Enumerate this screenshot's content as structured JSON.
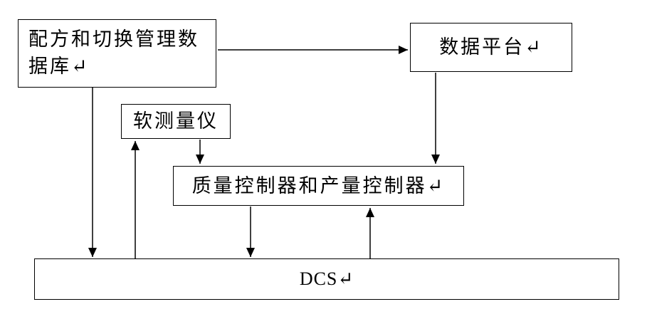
{
  "diagram": {
    "title": "DCS control system block diagram",
    "nodes": {
      "recipe_db": {
        "label": "配方和切换管理数据库↵"
      },
      "data_platform": {
        "label": "数据平台↵"
      },
      "soft_sensor": {
        "label": "软测量仪"
      },
      "controllers": {
        "label": "质量控制器和产量控制器↵"
      },
      "dcs": {
        "label": "DCS↵"
      }
    },
    "connections": [
      {
        "from": "recipe_db",
        "to": "data_platform",
        "direction": "right"
      },
      {
        "from": "data_platform",
        "to": "controllers",
        "direction": "down"
      },
      {
        "from": "recipe_db",
        "to": "dcs",
        "direction": "down"
      },
      {
        "from": "dcs",
        "to": "soft_sensor",
        "direction": "up"
      },
      {
        "from": "soft_sensor",
        "to": "controllers",
        "direction": "down"
      },
      {
        "from": "controllers",
        "to": "dcs",
        "direction": "down"
      },
      {
        "from": "dcs",
        "to": "controllers",
        "direction": "up"
      }
    ],
    "colors": {
      "line": "#000000",
      "border": "#000000",
      "background": "#ffffff",
      "text": "#000000"
    }
  }
}
